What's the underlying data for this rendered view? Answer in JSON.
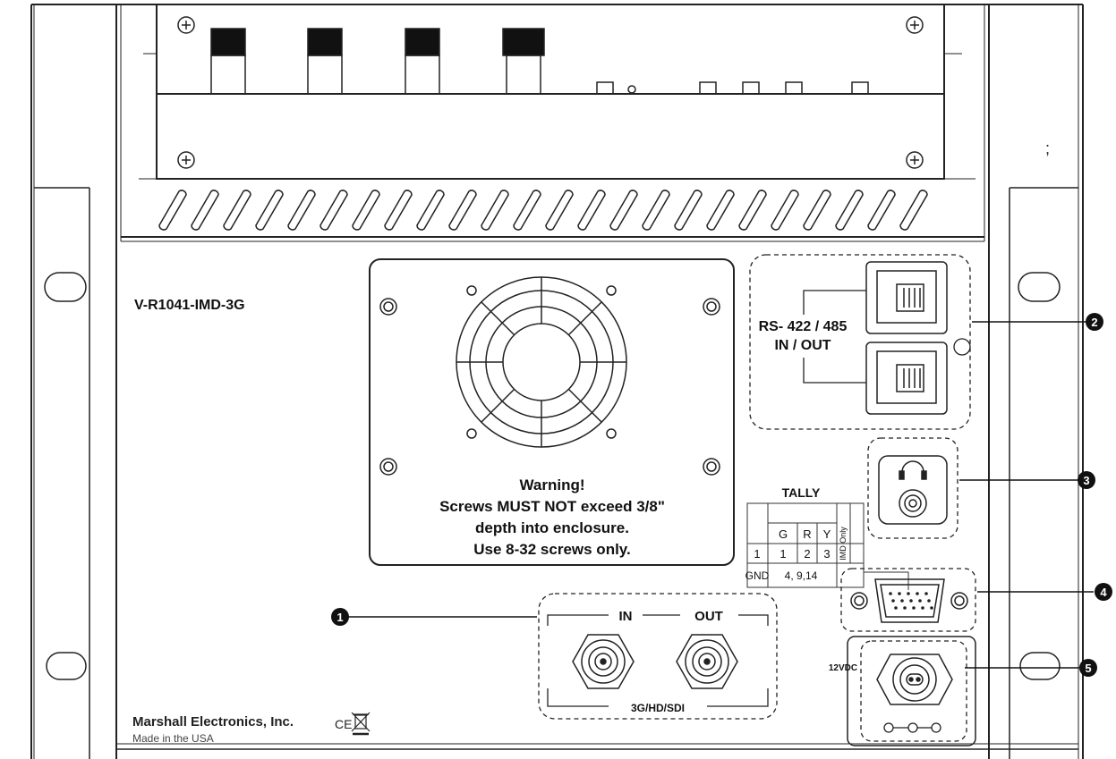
{
  "model": "V-R1041-IMD-3G",
  "warning": {
    "line1": "Warning!",
    "line2": "Screws MUST NOT exceed 3/8\"",
    "line3": "depth into enclosure.",
    "line4": "Use 8-32 screws only."
  },
  "rs422": {
    "line1": "RS- 422 / 485",
    "line2": "IN / OUT"
  },
  "tally": {
    "title": "TALLY",
    "headers": [
      "G",
      "R",
      "Y"
    ],
    "side_note": "IMD Only",
    "row1": [
      "1",
      "1",
      "2",
      "3"
    ],
    "row2": [
      "GND",
      "4, 9,14"
    ]
  },
  "sdi": {
    "in_label": "IN",
    "out_label": "OUT",
    "format_label": "3G/HD/SDI"
  },
  "power_label": "12VDC",
  "brand": {
    "name": "Marshall Electronics, Inc.",
    "made_in": "Made in the USA",
    "marks": "CE"
  },
  "callouts": [
    "1",
    "2",
    "3",
    "4",
    "5"
  ],
  "stray_mark": ";"
}
